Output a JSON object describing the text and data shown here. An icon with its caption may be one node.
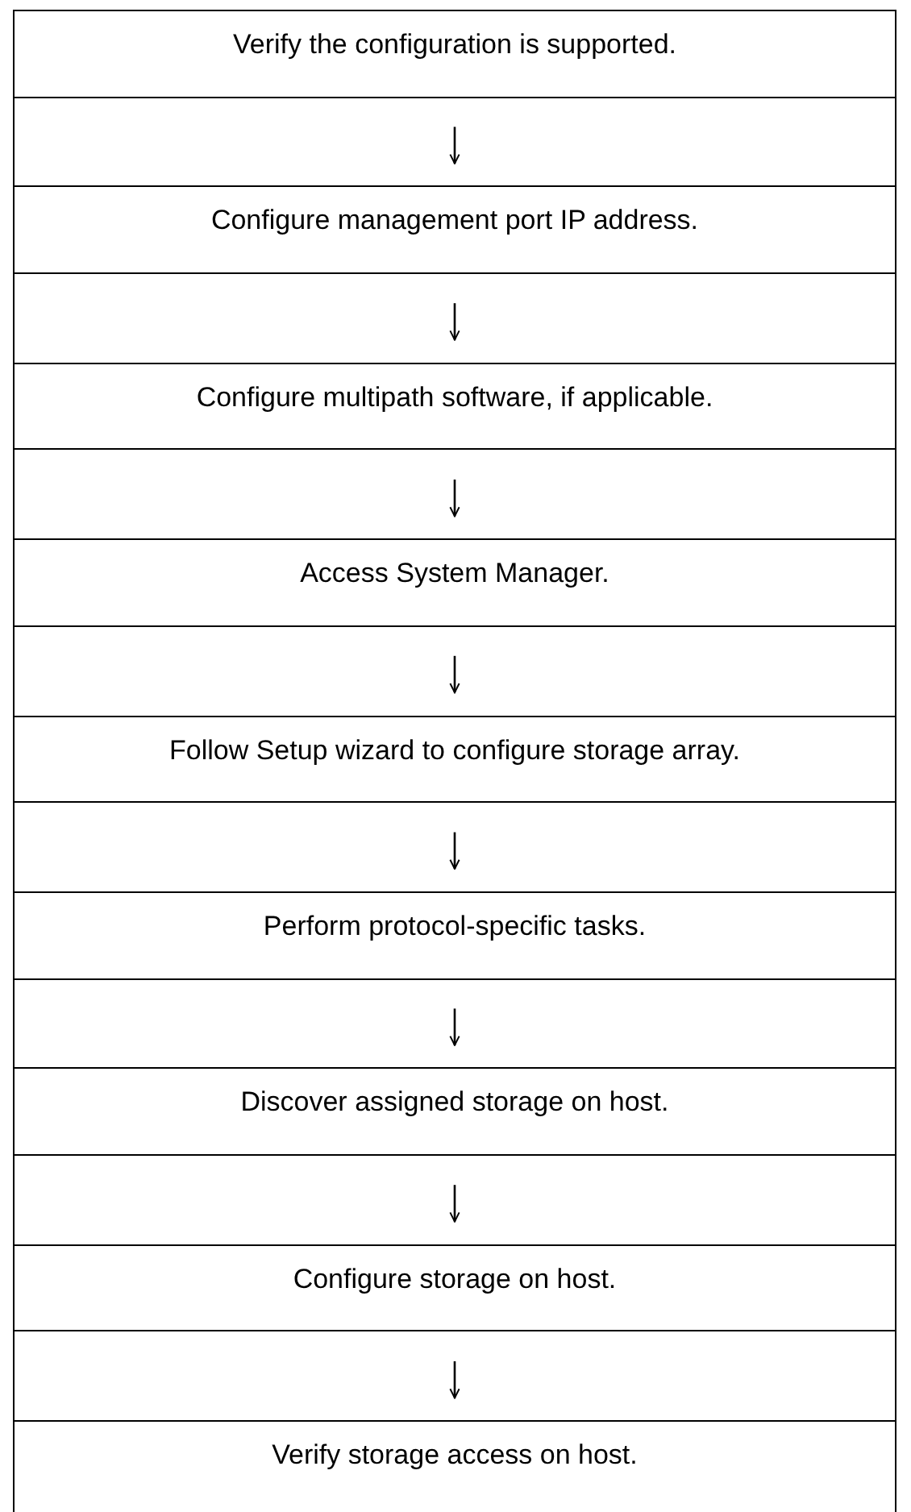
{
  "diagram": {
    "nodes": [
      {
        "text": [
          "Verify the configuration is supported."
        ]
      },
      {
        "text": [
          "Configure management port IP address."
        ]
      },
      {
        "text": [
          "Configure multipath software, if applicable."
        ]
      },
      {
        "text": [
          "Access System Manager."
        ]
      },
      {
        "text": [
          "Follow Setup wizard to configure storage array."
        ]
      },
      {
        "text": [
          "Perform protocol-specific tasks."
        ]
      },
      {
        "text": [
          "Discover assigned storage on host."
        ]
      },
      {
        "text": [
          "Configure storage on host."
        ]
      },
      {
        "text": [
          "Verify storage access on host."
        ]
      }
    ],
    "edges": [
      {
        "from": 0,
        "to": 1,
        "arrow": "to"
      },
      {
        "from": 1,
        "to": 2,
        "arrow": "to"
      },
      {
        "from": 2,
        "to": 3,
        "arrow": "to"
      },
      {
        "from": 3,
        "to": 4,
        "arrow": "to"
      },
      {
        "from": 4,
        "to": 5,
        "arrow": "to"
      },
      {
        "from": 5,
        "to": 6,
        "arrow": "to"
      },
      {
        "from": 6,
        "to": 7,
        "arrow": "to"
      },
      {
        "from": 7,
        "to": 8,
        "arrow": "to"
      }
    ]
  }
}
